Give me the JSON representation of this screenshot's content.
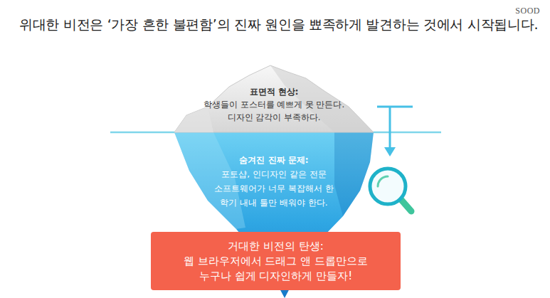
{
  "diagram": {
    "title": "위대한 비전은 ‘가장 흔한 불편함’의 진짜 원인을 뾰족하게 발견하는 것에서 시작됩니다.",
    "nodes": [
      {
        "text": [
          "표면적 현상:",
          "학생들이 포스터를 예쁘게 못 만든다. 디자인 감각이 부족하다."
        ]
      },
      {
        "text": [
          "숨겨진 진짜 문제:",
          "포토샵, 인디자인 같은 전문 소프트웨어가 너무 복잡해서 한 학기 내내 툴만 배워야 한다."
        ]
      },
      {
        "text": [
          "거대한 비전의 탄생:",
          "웹 브라우저에서 드래그 앤 드롭만으로 누구나 쉽게 디자인하게 만들자!"
        ]
      }
    ],
    "labels": [
      "SOOD"
    ]
  }
}
